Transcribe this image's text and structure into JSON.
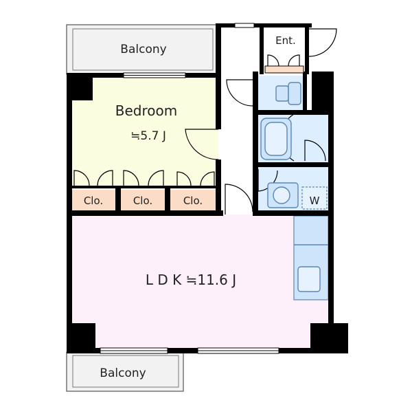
{
  "rooms": {
    "balcony_top": "Balcony",
    "balcony_bottom": "Balcony",
    "entrance": "Ent.",
    "bedroom_name": "Bedroom",
    "bedroom_area": "≒5.7 J",
    "closet_1": "Clo.",
    "closet_2": "Clo.",
    "closet_3": "Clo.",
    "ldk": "L D K ≒11.6 J",
    "washer": "W"
  },
  "colors": {
    "wall": "#000000",
    "bedroom_fill": "#fbfde0",
    "ldk_fill": "#fdf0fb",
    "closet_fill": "#fbdcc7",
    "balcony_fill": "#f2f2f2",
    "wet_area_fill": "#dceeff",
    "fixture_fill": "#cde4fb",
    "fixture_stroke": "#5b86b4"
  }
}
